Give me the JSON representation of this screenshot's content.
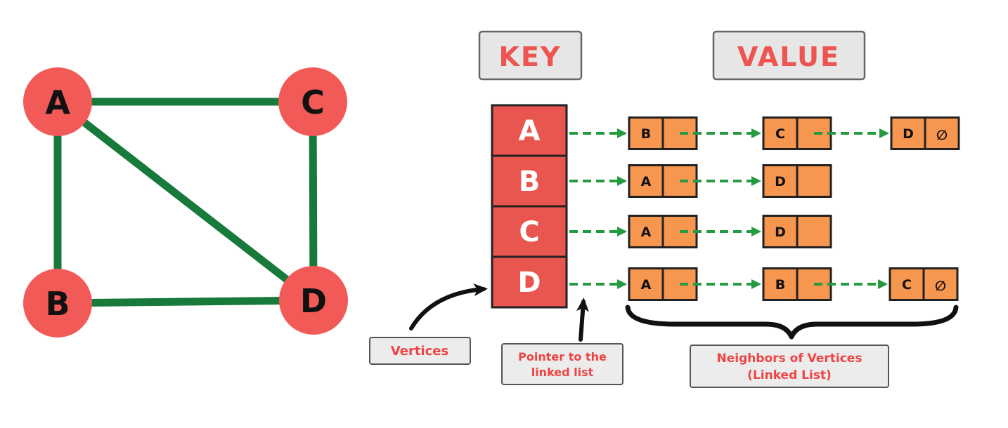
{
  "graph": {
    "nodes": [
      {
        "id": "A",
        "label": "A"
      },
      {
        "id": "C",
        "label": "C"
      },
      {
        "id": "B",
        "label": "B"
      },
      {
        "id": "D",
        "label": "D"
      }
    ],
    "edges": [
      [
        "A",
        "C"
      ],
      [
        "A",
        "B"
      ],
      [
        "A",
        "D"
      ],
      [
        "C",
        "D"
      ],
      [
        "B",
        "D"
      ]
    ],
    "colors": {
      "node": "#f25a57",
      "edge": "#17793a"
    }
  },
  "table": {
    "key_header": "KEY",
    "value_header": "VALUE",
    "colors": {
      "header_text": "#ee5550",
      "key_cell": "#e9554f",
      "list_cell": "#f7964f",
      "arrow": "#249a41"
    },
    "rows": [
      {
        "key": "A",
        "neighbors": [
          "B",
          "C",
          "D"
        ]
      },
      {
        "key": "B",
        "neighbors": [
          "A",
          "D"
        ]
      },
      {
        "key": "C",
        "neighbors": [
          "A",
          "D"
        ]
      },
      {
        "key": "D",
        "neighbors": [
          "A",
          "B",
          "C"
        ]
      }
    ],
    "null_symbol": "∅"
  },
  "captions": {
    "vertices": "Vertices",
    "pointer_line1": "Pointer to the",
    "pointer_line2": "linked list",
    "neighbors_line1": "Neighbors of Vertices",
    "neighbors_line2": "(Linked List)"
  }
}
